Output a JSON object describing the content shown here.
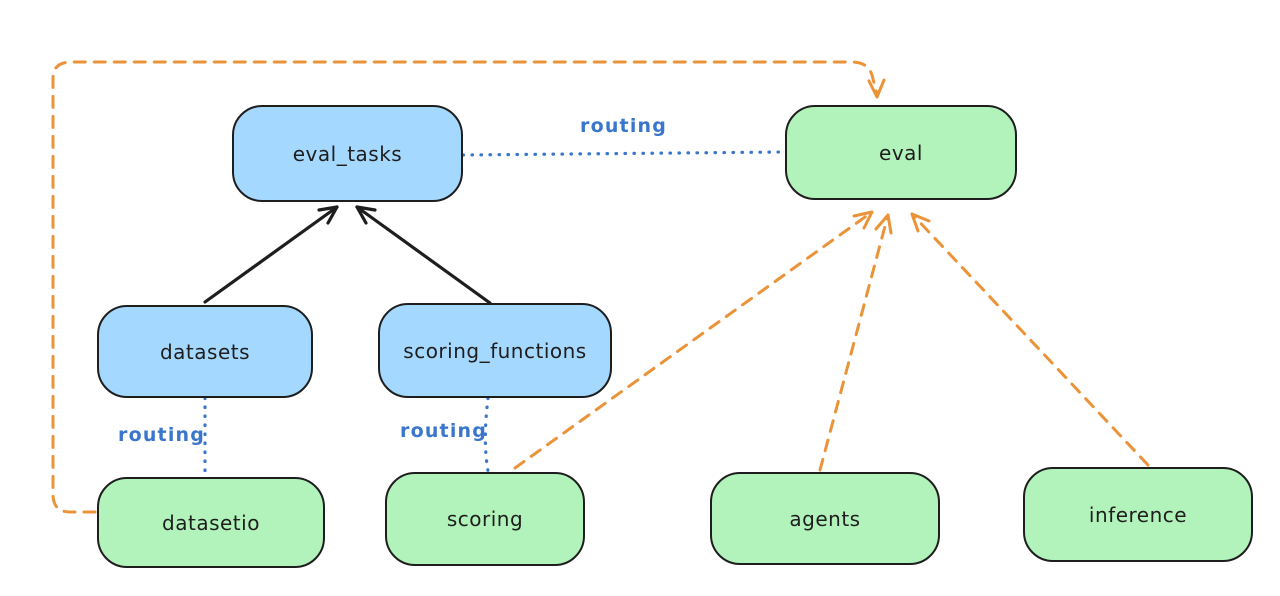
{
  "colors": {
    "node_blue_fill": "#a5d8ff",
    "node_green_fill": "#b2f2bb",
    "node_border": "#1e1e1e",
    "edge_black": "#1e1e1e",
    "edge_blue": "#3a76cc",
    "edge_orange": "#ea9339",
    "background": "#ffffff"
  },
  "nodes": {
    "eval_tasks": {
      "label": "eval_tasks",
      "color": "blue"
    },
    "eval": {
      "label": "eval",
      "color": "green"
    },
    "datasets": {
      "label": "datasets",
      "color": "blue"
    },
    "scoring_functions": {
      "label": "scoring_functions",
      "color": "blue"
    },
    "datasetio": {
      "label": "datasetio",
      "color": "green"
    },
    "scoring": {
      "label": "scoring",
      "color": "green"
    },
    "agents": {
      "label": "agents",
      "color": "green"
    },
    "inference": {
      "label": "inference",
      "color": "green"
    }
  },
  "edges": {
    "routing_label": "routing",
    "connections": [
      {
        "from": "datasets",
        "to": "eval_tasks",
        "style": "solid-black-arrow"
      },
      {
        "from": "scoring_functions",
        "to": "eval_tasks",
        "style": "solid-black-arrow"
      },
      {
        "from": "eval_tasks",
        "to": "eval",
        "style": "dotted-blue",
        "label": "routing"
      },
      {
        "from": "datasets",
        "to": "datasetio",
        "style": "dotted-blue",
        "label": "routing"
      },
      {
        "from": "scoring_functions",
        "to": "scoring",
        "style": "dotted-blue",
        "label": "routing"
      },
      {
        "from": "datasetio",
        "to": "eval",
        "style": "dashed-orange-arrow"
      },
      {
        "from": "scoring",
        "to": "eval",
        "style": "dashed-orange-arrow"
      },
      {
        "from": "agents",
        "to": "eval",
        "style": "dashed-orange-arrow"
      },
      {
        "from": "inference",
        "to": "eval",
        "style": "dashed-orange-arrow"
      }
    ]
  }
}
